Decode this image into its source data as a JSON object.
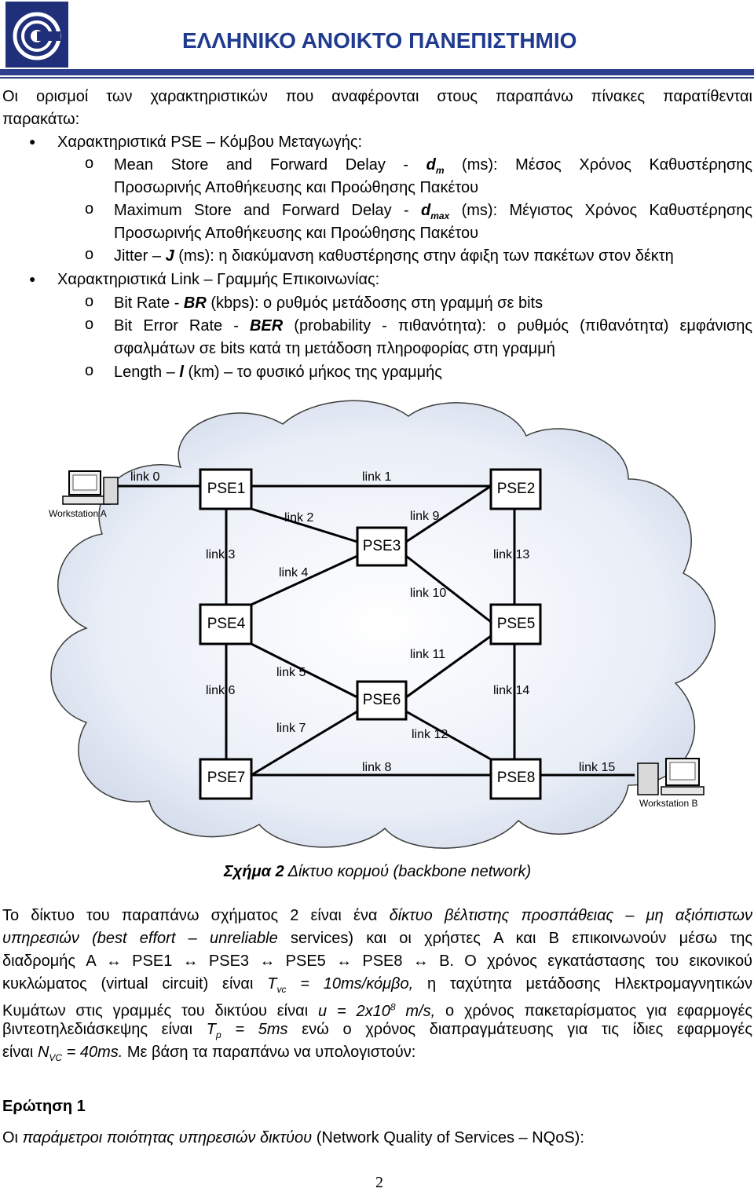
{
  "header": {
    "title": "ΕΛΛΗΝΙΚΟ ΑΝΟΙΚΤΟ ΠΑΝΕΠΙΣΤΗΜΙΟ"
  },
  "intro": {
    "line1": "Οι ορισμοί των χαρακτηριστικών που αναφέρονται στους παραπάνω πίνακες παρατίθενται",
    "line2": "παρακάτω:"
  },
  "pse": {
    "heading": "Χαρακτηριστικά PSE – Κόμβου Μεταγωγής:",
    "item1_a": "Mean Store and Forward Delay -",
    "item1_sym": "d",
    "item1_sub": "m",
    "item1_b": "(ms): Μέσος Χρόνος Καθυστέρησης",
    "item1_line2": "Προσωρινής Αποθήκευσης και Προώθησης Πακέτου",
    "item2_a": "Maximum Store and Forward Delay -",
    "item2_sym": "d",
    "item2_sub": "max",
    "item2_b": "(ms): Μέγιστος Χρόνος Καθυστέρησης",
    "item2_line2": "Προσωρινής Αποθήκευσης και Προώθησης Πακέτου",
    "item3_a": "Jitter –",
    "item3_sym": "J",
    "item3_b": "(ms): η διακύμανση καθυστέρησης στην άφιξη των πακέτων στον δέκτη"
  },
  "link": {
    "heading": "Χαρακτηριστικά Link – Γραμμής Επικοινωνίας:",
    "item1_a": "Bit Rate -",
    "item1_sym": "BR",
    "item1_b": "(kbps): ο ρυθμός μετάδοσης στη γραμμή σε bits",
    "item2_a": "Bit Error Rate -",
    "item2_sym": "BER",
    "item2_b": "(probability - πιθανότητα): ο ρυθμός (πιθανότητα) εμφάνισης",
    "item2_line2": "σφαλμάτων σε bits κατά τη μετάδοση πληροφορίας στη γραμμή",
    "item3_a": "Length –",
    "item3_sym": "l",
    "item3_b": "(km) – το φυσικό μήκος της γραμμής"
  },
  "diagram": {
    "nodes": [
      "PSE1",
      "PSE2",
      "PSE3",
      "PSE4",
      "PSE5",
      "PSE6",
      "PSE7",
      "PSE8"
    ],
    "links": [
      "link 0",
      "link 1",
      "link 2",
      "link 3",
      "link 4",
      "link 9",
      "link 13",
      "link 10",
      "link 11",
      "link 5",
      "link 6",
      "link 14",
      "link 7",
      "link 12",
      "link 8",
      "link 15"
    ],
    "workstation_a": "Workstation A",
    "workstation_b": "Workstation B"
  },
  "caption": {
    "label": "Σχήμα 2",
    "text": "Δίκτυο κορμού (backbone network)"
  },
  "body": {
    "p1_a": "Το δίκτυο του παραπάνω σχήματος 2 είναι ένα",
    "p1_b": "δίκτυο βέλτιστης προσπάθειας – μη αξιόπιστων",
    "p2_a": "υπηρεσιών (best effort – unreliable",
    "p2_b": "services) και οι χρήστες A και B επικοινωνούν μέσω της",
    "p3": "διαδρομής A ↔ PSE1 ↔ PSE3 ↔ PSE5 ↔ PSE8 ↔ B. Ο χρόνος εγκατάστασης του εικονικού",
    "p4_a": "κυκλώματος (virtual circuit) είναι",
    "p4_t": "T",
    "p4_sub": "vc",
    "p4_b": "= 10ms/κόμβο,",
    "p4_c": "η ταχύτητα μετάδοσης Ηλεκτρομαγνητικών",
    "p5_a": "Κυμάτων στις γραμμές του δικτύου είναι",
    "p5_b": "u = 2x10",
    "p5_sup": "8",
    "p5_c": "m/s,",
    "p5_d": "ο χρόνος πακεταρίσματος για εφαρμογές",
    "p6_a": "βιντεοτηλεδιάσκεψης είναι",
    "p6_t": "T",
    "p6_sub": "p",
    "p6_b": "= 5ms",
    "p6_c": "ενώ ο χρόνος διαπραγμάτευσης για τις ίδιες εφαρμογές",
    "p7_a": "είναι",
    "p7_n": "N",
    "p7_sub": "VC",
    "p7_b": "= 40ms.",
    "p7_c": "Με βάση τα παραπάνω να υπολογιστούν:"
  },
  "question": {
    "title": "Ερώτηση 1",
    "text_a": "Οι",
    "text_b": "παράμετροι ποιότητας υπηρεσιών δικτύου",
    "text_c": "(Network Quality of Services – NQoS):"
  },
  "page_number": "2"
}
